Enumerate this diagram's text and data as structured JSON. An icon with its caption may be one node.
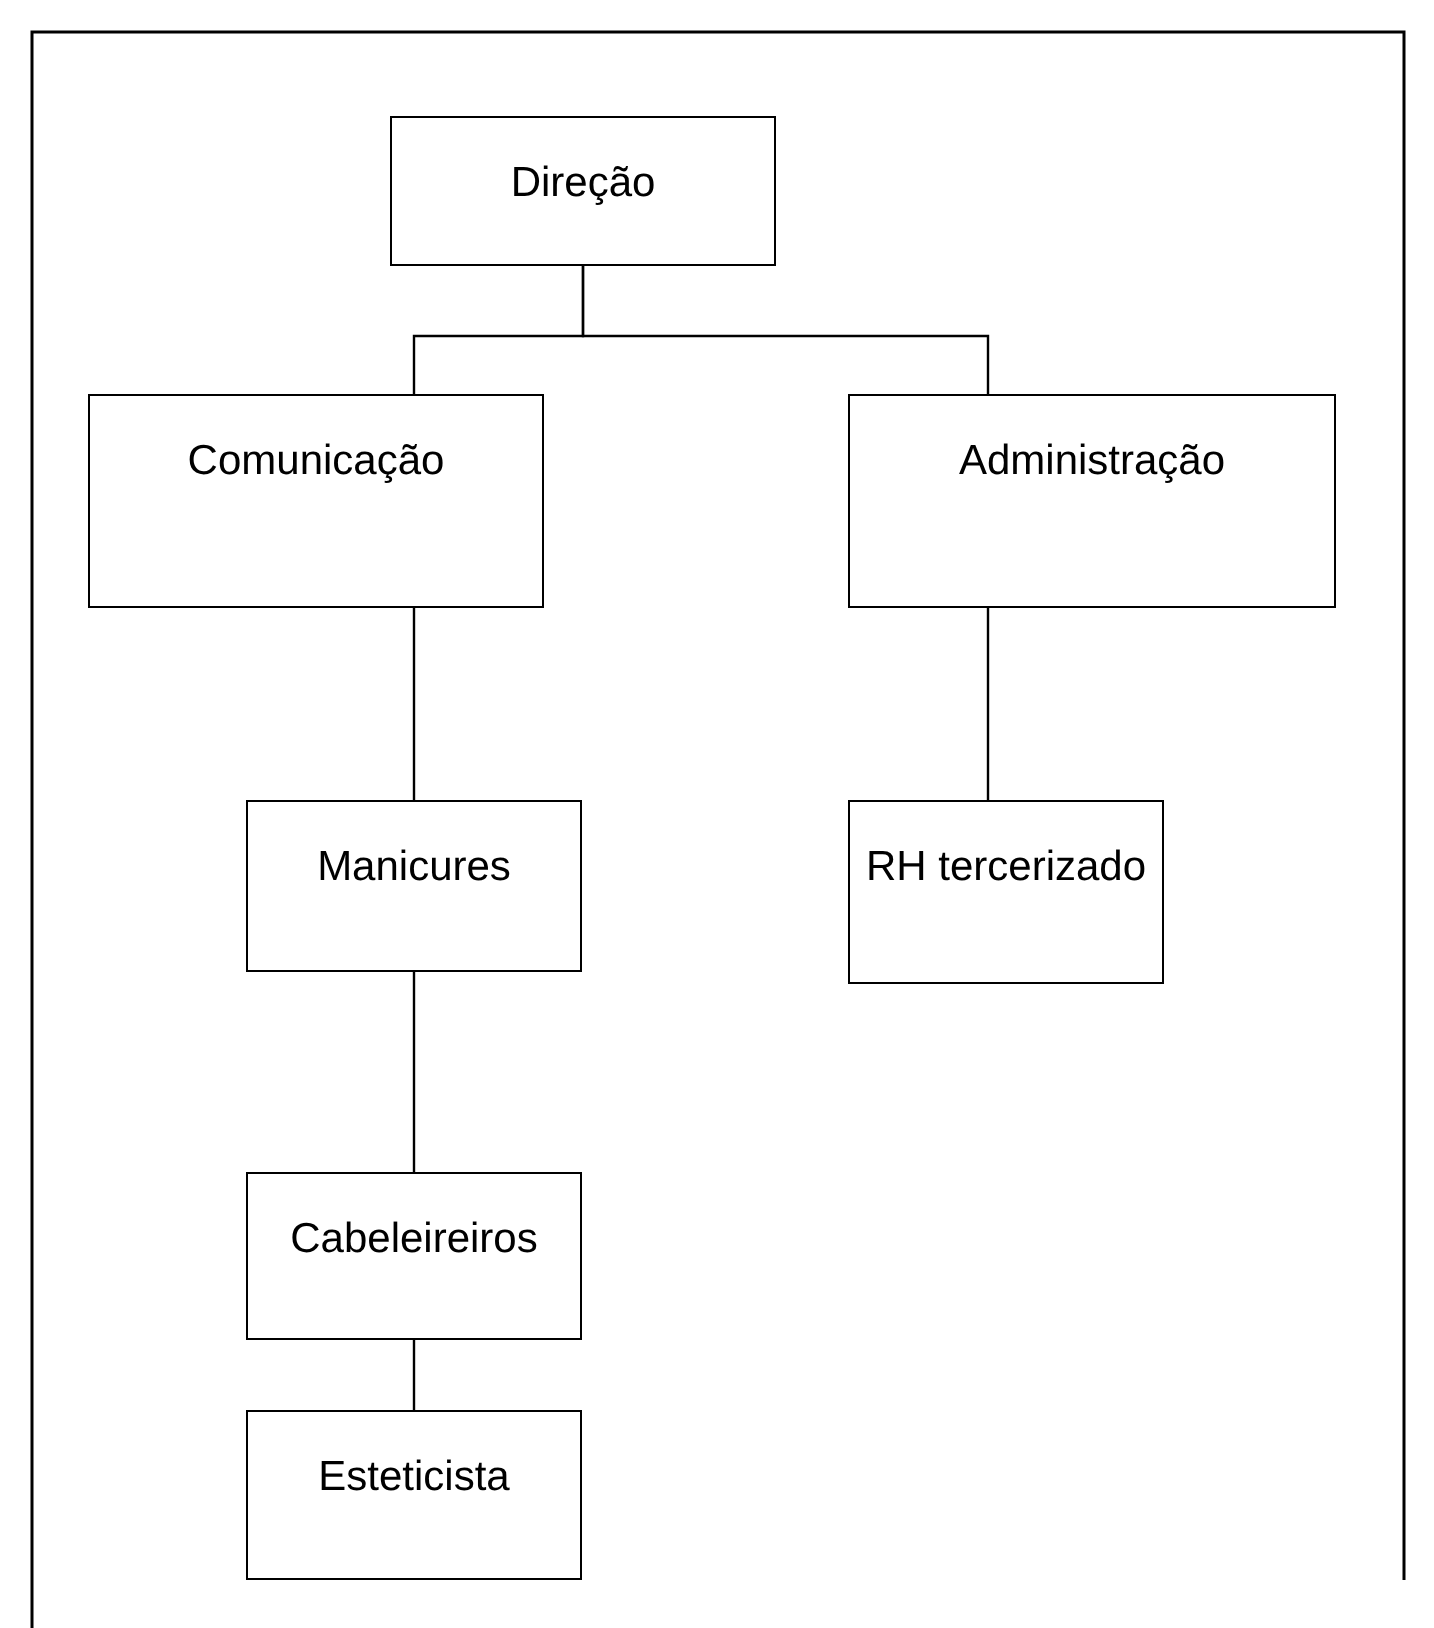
{
  "diagram": {
    "nodes": [
      {
        "text": [
          "Direção"
        ]
      },
      {
        "text": [
          "Comunicação"
        ]
      },
      {
        "text": [
          "Administração"
        ]
      },
      {
        "text": [
          "Manicures"
        ]
      },
      {
        "text": [
          "RH tercerizado"
        ]
      },
      {
        "text": [
          "Cabeleireiros"
        ]
      },
      {
        "text": [
          "Esteticista"
        ]
      }
    ],
    "edges": [
      {
        "from": 0,
        "to": 1,
        "arrow": "none"
      },
      {
        "from": 0,
        "to": 2,
        "arrow": "none"
      },
      {
        "from": 1,
        "to": 3,
        "arrow": "none"
      },
      {
        "from": 2,
        "to": 4,
        "arrow": "none"
      },
      {
        "from": 3,
        "to": 5,
        "arrow": "none"
      },
      {
        "from": 5,
        "to": 6,
        "arrow": "none"
      }
    ]
  }
}
